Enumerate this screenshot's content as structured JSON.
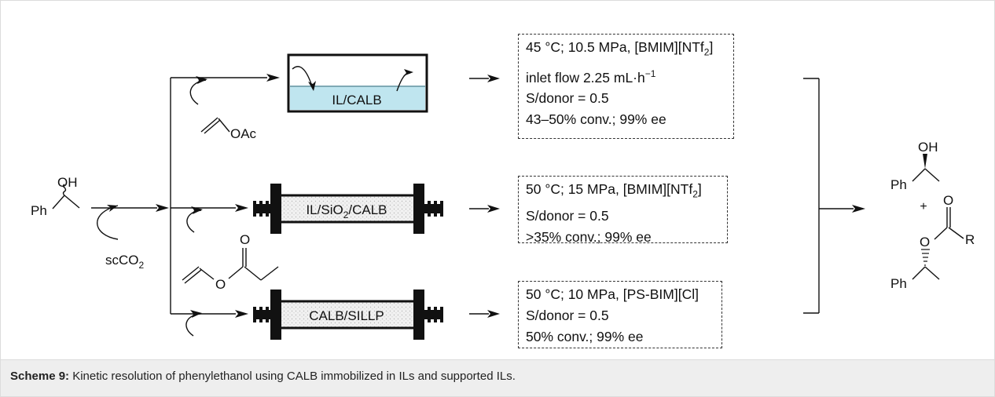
{
  "caption": {
    "label": "Scheme 9:",
    "text": " Kinetic resolution of phenylethanol using CALB immobilized in ILs and supported ILs."
  },
  "start_material": {
    "oh": "OH",
    "ph": "Ph"
  },
  "reagent_scco2": {
    "main": "scCO",
    "sub": "2"
  },
  "acyl_donors": {
    "vinyl_acetate": "OAc",
    "ester_o": "O",
    "ether_o": "O"
  },
  "reactors": {
    "batch": "IL/CALB",
    "column1": {
      "a": "IL/SiO",
      "sub": "2",
      "b": "/CALB"
    },
    "column2": "CALB/SILLP"
  },
  "conditions": {
    "box1": {
      "line1": {
        "a": "45 °C; 10.5 MPa,  [BMIM][NTf",
        "sub": "2",
        "b": "]"
      },
      "line2": {
        "a": "inlet flow 2.25 mL·h",
        "sup": "−1"
      },
      "line3": "S/donor = 0.5",
      "line4": "43–50% conv.; 99% ee"
    },
    "box2": {
      "line1": {
        "a": "50 °C; 15 MPa,  [BMIM][NTf",
        "sub": "2",
        "b": "]"
      },
      "line2": "S/donor = 0.5",
      "line3": ">35% conv.; 99% ee"
    },
    "box3": {
      "line1": "50 °C; 10 MPa,  [PS-BIM][Cl]",
      "line2": "S/donor = 0.5",
      "line3": "50% conv.; 99% ee"
    }
  },
  "products": {
    "alcohol_oh": "OH",
    "alcohol_ph": "Ph",
    "plus": "+",
    "ester_o_top": "O",
    "ester_o": "O",
    "ester_r": "R",
    "ester_ph": "Ph"
  }
}
